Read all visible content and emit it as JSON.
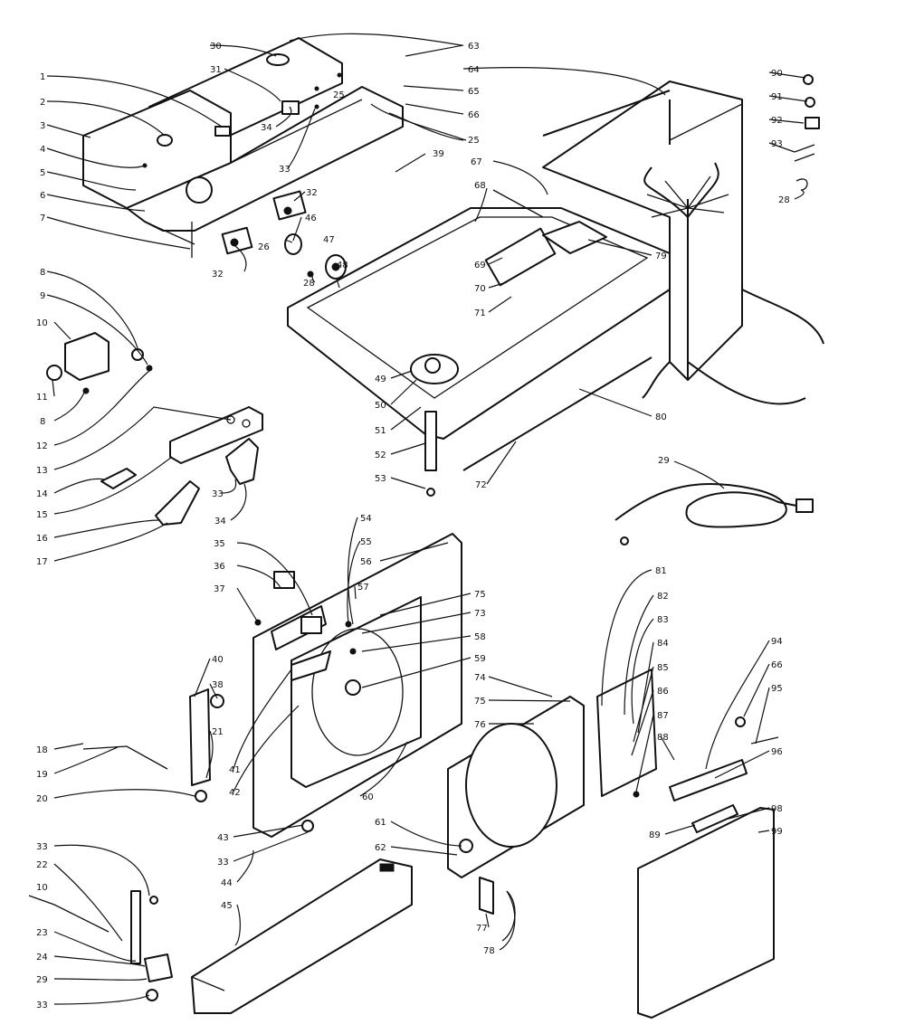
{
  "labels": [
    {
      "id": "l1",
      "text": "1"
    },
    {
      "id": "l2",
      "text": "2"
    },
    {
      "id": "l3",
      "text": "3"
    },
    {
      "id": "l4",
      "text": "4"
    },
    {
      "id": "l5",
      "text": "5"
    },
    {
      "id": "l6",
      "text": "6"
    },
    {
      "id": "l7",
      "text": "7"
    },
    {
      "id": "l8a",
      "text": "8"
    },
    {
      "id": "l9",
      "text": "9"
    },
    {
      "id": "l10",
      "text": "10"
    },
    {
      "id": "l11",
      "text": "11"
    },
    {
      "id": "l8b",
      "text": "8"
    },
    {
      "id": "l12",
      "text": "12"
    },
    {
      "id": "l13",
      "text": "13"
    },
    {
      "id": "l14",
      "text": "14"
    },
    {
      "id": "l15",
      "text": "15"
    },
    {
      "id": "l16",
      "text": "16"
    },
    {
      "id": "l17",
      "text": "17"
    },
    {
      "id": "l18",
      "text": "18"
    },
    {
      "id": "l19",
      "text": "19"
    },
    {
      "id": "l20",
      "text": "20"
    },
    {
      "id": "l33a",
      "text": "33"
    },
    {
      "id": "l22",
      "text": "22"
    },
    {
      "id": "l10b",
      "text": "10"
    },
    {
      "id": "l23",
      "text": "23"
    },
    {
      "id": "l24",
      "text": "24"
    },
    {
      "id": "l29a",
      "text": "29"
    },
    {
      "id": "l33b",
      "text": "33"
    },
    {
      "id": "l30",
      "text": "30"
    },
    {
      "id": "l31",
      "text": "31"
    },
    {
      "id": "l34a",
      "text": "34"
    },
    {
      "id": "l25a",
      "text": "25"
    },
    {
      "id": "l33c",
      "text": "33"
    },
    {
      "id": "l32a",
      "text": "32"
    },
    {
      "id": "l26",
      "text": "26"
    },
    {
      "id": "l32b",
      "text": "32"
    },
    {
      "id": "l46",
      "text": "46"
    },
    {
      "id": "l47",
      "text": "47"
    },
    {
      "id": "l28a",
      "text": "28"
    },
    {
      "id": "l48",
      "text": "48"
    },
    {
      "id": "l39",
      "text": "39"
    },
    {
      "id": "l63",
      "text": "63"
    },
    {
      "id": "l64",
      "text": "64"
    },
    {
      "id": "l65",
      "text": "65"
    },
    {
      "id": "l66",
      "text": "66"
    },
    {
      "id": "l25b",
      "text": "25"
    },
    {
      "id": "l67",
      "text": "67"
    },
    {
      "id": "l68",
      "text": "68"
    },
    {
      "id": "l69",
      "text": "69"
    },
    {
      "id": "l70",
      "text": "70"
    },
    {
      "id": "l71",
      "text": "71"
    },
    {
      "id": "l79",
      "text": "79"
    },
    {
      "id": "l49",
      "text": "49"
    },
    {
      "id": "l50",
      "text": "50"
    },
    {
      "id": "l51",
      "text": "51"
    },
    {
      "id": "l52",
      "text": "52"
    },
    {
      "id": "l53",
      "text": "53"
    },
    {
      "id": "l72",
      "text": "72"
    },
    {
      "id": "l80",
      "text": "80"
    },
    {
      "id": "l90",
      "text": "90"
    },
    {
      "id": "l91",
      "text": "91"
    },
    {
      "id": "l92",
      "text": "92"
    },
    {
      "id": "l93",
      "text": "93"
    },
    {
      "id": "l28b",
      "text": "28"
    },
    {
      "id": "l29b",
      "text": "29"
    },
    {
      "id": "l33d",
      "text": "33"
    },
    {
      "id": "l34b",
      "text": "34"
    },
    {
      "id": "l54",
      "text": "54"
    },
    {
      "id": "l35",
      "text": "35"
    },
    {
      "id": "l36",
      "text": "36"
    },
    {
      "id": "l55",
      "text": "55"
    },
    {
      "id": "l56",
      "text": "56"
    },
    {
      "id": "l37",
      "text": "37"
    },
    {
      "id": "l57",
      "text": "57"
    },
    {
      "id": "l75a",
      "text": "75"
    },
    {
      "id": "l73",
      "text": "73"
    },
    {
      "id": "l58",
      "text": "58"
    },
    {
      "id": "l59",
      "text": "59"
    },
    {
      "id": "l40",
      "text": "40"
    },
    {
      "id": "l38",
      "text": "38"
    },
    {
      "id": "l21",
      "text": "21"
    },
    {
      "id": "l41",
      "text": "41"
    },
    {
      "id": "l42",
      "text": "42"
    },
    {
      "id": "l60",
      "text": "60"
    },
    {
      "id": "l43",
      "text": "43"
    },
    {
      "id": "l33e",
      "text": "33"
    },
    {
      "id": "l44",
      "text": "44"
    },
    {
      "id": "l45",
      "text": "45"
    },
    {
      "id": "l74",
      "text": "74"
    },
    {
      "id": "l75b",
      "text": "75"
    },
    {
      "id": "l76",
      "text": "76"
    },
    {
      "id": "l61",
      "text": "61"
    },
    {
      "id": "l62",
      "text": "62"
    },
    {
      "id": "l77",
      "text": "77"
    },
    {
      "id": "l78",
      "text": "78"
    },
    {
      "id": "l81",
      "text": "81"
    },
    {
      "id": "l82",
      "text": "82"
    },
    {
      "id": "l83",
      "text": "83"
    },
    {
      "id": "l84",
      "text": "84"
    },
    {
      "id": "l85",
      "text": "85"
    },
    {
      "id": "l86",
      "text": "86"
    },
    {
      "id": "l87",
      "text": "87"
    },
    {
      "id": "l88",
      "text": "88"
    },
    {
      "id": "l89",
      "text": "89"
    },
    {
      "id": "l94",
      "text": "94"
    },
    {
      "id": "l66b",
      "text": "66"
    },
    {
      "id": "l95",
      "text": "95"
    },
    {
      "id": "l96",
      "text": "96"
    },
    {
      "id": "l98",
      "text": "98"
    },
    {
      "id": "l99",
      "text": "99"
    }
  ]
}
